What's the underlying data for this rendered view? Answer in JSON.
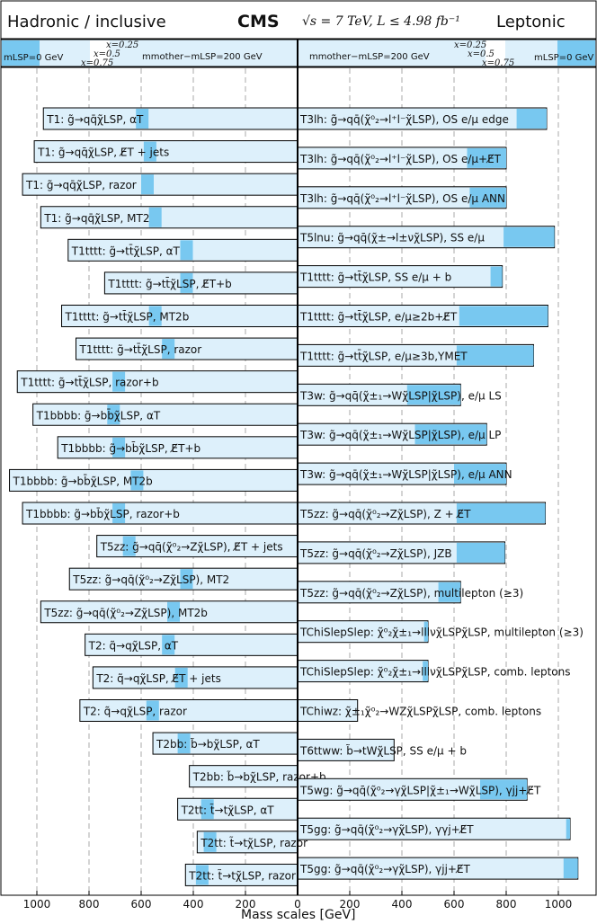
{
  "chart_data": {
    "type": "bar",
    "title_left": "Hadronic / inclusive",
    "title_mid": "CMS",
    "title_right_energy": "√s = 7 TeV, L ≤ 4.98 fb⁻¹",
    "title_right": "Leptonic",
    "xlabel": "Mass scales [GeV]",
    "x_ticks_left": [
      "1000",
      "800",
      "600",
      "400",
      "200",
      "0"
    ],
    "x_ticks_right": [
      "200",
      "400",
      "600",
      "800",
      "1000"
    ],
    "xlim_left": [
      1100,
      0
    ],
    "xlim_right": [
      0,
      1100
    ],
    "legend_band": {
      "left_mlsp": "mLSP=0 GeV",
      "left_mdiff": "mmother−mLSP=200 GeV",
      "right_mdiff": "mmother−mLSP=200 GeV",
      "right_mlsp": "mLSP=0 GeV",
      "x_labels": [
        "x=0.25",
        "x=0.5",
        "x=0.75"
      ]
    },
    "colors": {
      "dark": "#78c8f0",
      "light": "#ddf0fb",
      "edge": "#000000",
      "grid": "#aaaaaa"
    },
    "left_rows": [
      {
        "label": "T1: g̃→qq̄χ̃LSP, αT",
        "m0": 975,
        "mdiff": 620
      },
      {
        "label": "T1: g̃→qq̄χ̃LSP, E̸T + jets",
        "m0": 1010,
        "mdiff": 590
      },
      {
        "label": "T1: g̃→qq̄χ̃LSP, razor",
        "m0": 1055,
        "mdiff": 600
      },
      {
        "label": "T1: g̃→qq̄χ̃LSP, MT2",
        "m0": 985,
        "mdiff": 570
      },
      {
        "label": "T1tttt: g̃→tt̄χ̃LSP, αT",
        "m0": 880,
        "mdiff": 450
      },
      {
        "label": "T1tttt: g̃→tt̄χ̃LSP, E̸T+b",
        "m0": 740,
        "mdiff": 450
      },
      {
        "label": "T1tttt: g̃→tt̄χ̃LSP, MT2b",
        "m0": 905,
        "mdiff": 570
      },
      {
        "label": "T1tttt: g̃→tt̄χ̃LSP, razor",
        "m0": 850,
        "mdiff": 520
      },
      {
        "label": "T1tttt: g̃→tt̄χ̃LSP, razor+b",
        "m0": 1075,
        "mdiff": 710
      },
      {
        "label": "T1bbbb: g̃→bb̄χ̃LSP, αT",
        "m0": 1015,
        "mdiff": 730
      },
      {
        "label": "T1bbbb: g̃→bb̄χ̃LSP, E̸T+b",
        "m0": 920,
        "mdiff": 710
      },
      {
        "label": "T1bbbb: g̃→bb̄χ̃LSP, MT2b",
        "m0": 1105,
        "mdiff": 640
      },
      {
        "label": "T1bbbb: g̃→bb̄χ̃LSP, razor+b",
        "m0": 1055,
        "mdiff": 710
      },
      {
        "label": "T5zz: g̃→qq̄(χ̃⁰₂→Zχ̃LSP), E̸T + jets",
        "m0": 770,
        "mdiff": 670
      },
      {
        "label": "T5zz: g̃→qq̄(χ̃⁰₂→Zχ̃LSP), MT2",
        "m0": 875,
        "mdiff": 450
      },
      {
        "label": "T5zz: g̃→qq̄(χ̃⁰₂→Zχ̃LSP), MT2b",
        "m0": 985,
        "mdiff": 500
      },
      {
        "label": "T2: q̃→qχ̃LSP, αT",
        "m0": 815,
        "mdiff": 520
      },
      {
        "label": "T2: q̃→qχ̃LSP, E̸T + jets",
        "m0": 785,
        "mdiff": 470
      },
      {
        "label": "T2: q̃→qχ̃LSP, razor",
        "m0": 835,
        "mdiff": 580
      },
      {
        "label": "T2bb: b̃→bχ̃LSP, αT",
        "m0": 555,
        "mdiff": 460
      },
      {
        "label": "T2bb: b̃→bχ̃LSP, razor+b",
        "m0": 415,
        "mdiff": 0
      },
      {
        "label": "T2tt: t̃→tχ̃LSP, αT",
        "m0": 460,
        "mdiff": 370
      },
      {
        "label": "T2tt: t̃→tχ̃LSP, razor",
        "m0": 385,
        "mdiff": 360
      },
      {
        "label": "T2tt: t̃→tχ̃LSP, razor+b",
        "m0": 430,
        "mdiff": 390
      }
    ],
    "right_rows": [
      {
        "label": "T3lh: g̃→qq̄(χ̃⁰₂→l⁺l⁻χ̃LSP), OS e/μ edge",
        "m0": 955,
        "mdiff": 840
      },
      {
        "label": "T3lh: g̃→qq̄(χ̃⁰₂→l⁺l⁻χ̃LSP), OS e/μ+E̸T",
        "m0": 800,
        "mdiff": 650
      },
      {
        "label": "T3lh: g̃→qq̄(χ̃⁰₂→l⁺l⁻χ̃LSP), OS e/μ ANN",
        "m0": 800,
        "mdiff": 660
      },
      {
        "label": "T5lnu: g̃→qq̄(χ̃±→l±νχ̃LSP), SS e/μ",
        "m0": 985,
        "mdiff": 790
      },
      {
        "label": "T1tttt: g̃→tt̄χ̃LSP, SS e/μ + b",
        "m0": 785,
        "mdiff": 740
      },
      {
        "label": "T1tttt: g̃→tt̄χ̃LSP, e/μ≥2b+E̸T",
        "m0": 960,
        "mdiff": 620
      },
      {
        "label": "T1tttt: g̃→tt̄χ̃LSP, e/μ≥3b,YMET",
        "m0": 905,
        "mdiff": 610
      },
      {
        "label": "T3w: g̃→qq̄(χ̃±₁→Wχ̃LSP|χ̃LSP), e/μ LS",
        "m0": 625,
        "mdiff": 420
      },
      {
        "label": "T3w: g̃→qq̄(χ̃±₁→Wχ̃LSP|χ̃LSP), e/μ LP",
        "m0": 725,
        "mdiff": 450
      },
      {
        "label": "T3w: g̃→qq̄(χ̃±₁→Wχ̃LSP|χ̃LSP), e/μ ANN",
        "m0": 800,
        "mdiff": 600
      },
      {
        "label": "T5zz: g̃→qq̄(χ̃⁰₂→Zχ̃LSP), Z + E̸T",
        "m0": 950,
        "mdiff": 610
      },
      {
        "label": "T5zz: g̃→qq̄(χ̃⁰₂→Zχ̃LSP), JZB",
        "m0": 795,
        "mdiff": 610
      },
      {
        "label": "T5zz: g̃→qq̄(χ̃⁰₂→Zχ̃LSP), multilepton (≥3)",
        "m0": 625,
        "mdiff": 540
      },
      {
        "label": "TChiSlepSlep: χ̃⁰₂χ̃±₁→lllνχ̃LSPχ̃LSP, multilepton (≥3)",
        "m0": 500,
        "mdiff": 485
      },
      {
        "label": "TChiSlepSlep: χ̃⁰₂χ̃±₁→lllνχ̃LSPχ̃LSP, comb. leptons",
        "m0": 500,
        "mdiff": 480
      },
      {
        "label": "TChiwz: χ̃±₁χ̃⁰₂→WZχ̃LSPχ̃LSP, comb. leptons",
        "m0": 230,
        "mdiff": 0
      },
      {
        "label": "T6ttww: b̃→tWχ̃LSP, SS e/μ + b",
        "m0": 370,
        "mdiff": 0
      },
      {
        "label": "T5wg: g̃→qq̄(χ̃⁰₂→γχ̃LSP|χ̃±₁→Wχ̃LSP), γjj+E̸T",
        "m0": 880,
        "mdiff": 700
      },
      {
        "label": "T5gg: g̃→qq̄(χ̃⁰₂→γχ̃LSP), γγj+E̸T",
        "m0": 1045,
        "mdiff": 1030
      },
      {
        "label": "T5gg: g̃→qq̄(χ̃⁰₂→γχ̃LSP), γjj+E̸T",
        "m0": 1075,
        "mdiff": 1020
      }
    ]
  }
}
